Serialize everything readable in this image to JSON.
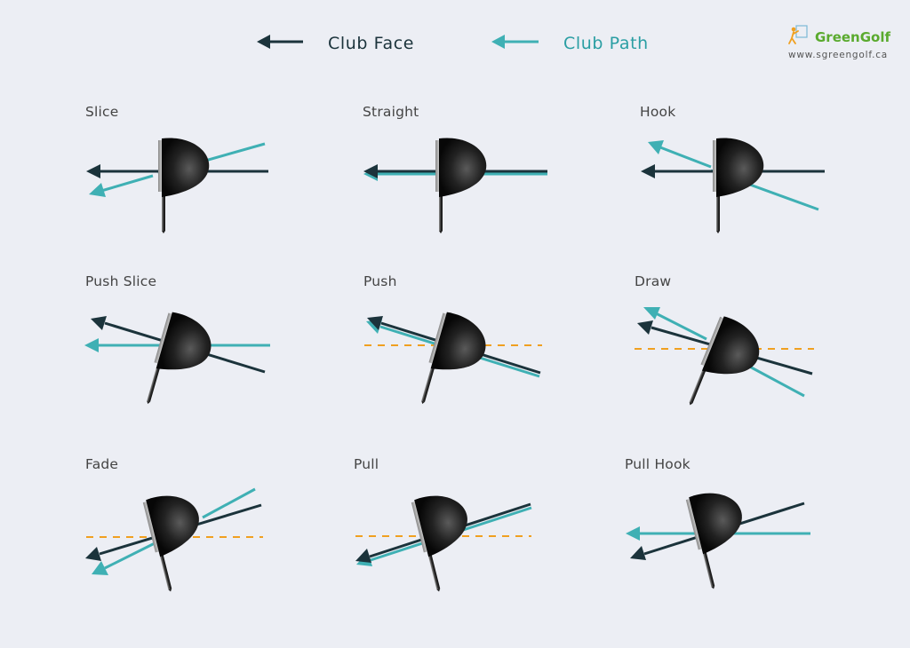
{
  "legend": {
    "club_face_label": "Club Face",
    "club_path_label": "Club Path"
  },
  "brand": {
    "name": "GreenGolf",
    "url": "www.sgreengolf.ca",
    "logo_icon": "golfer-icon"
  },
  "colors": {
    "face": "#1b333b",
    "path": "#3fb0b4",
    "target": "#f0a020",
    "brand_green": "#5aaa2e",
    "brand_orange": "#f0a020",
    "background": "#eceef4"
  },
  "shots": [
    {
      "label": "Slice"
    },
    {
      "label": "Straight"
    },
    {
      "label": "Hook"
    },
    {
      "label": "Push Slice"
    },
    {
      "label": "Push"
    },
    {
      "label": "Draw"
    },
    {
      "label": "Fade"
    },
    {
      "label": "Pull"
    },
    {
      "label": "Pull Hook"
    }
  ]
}
